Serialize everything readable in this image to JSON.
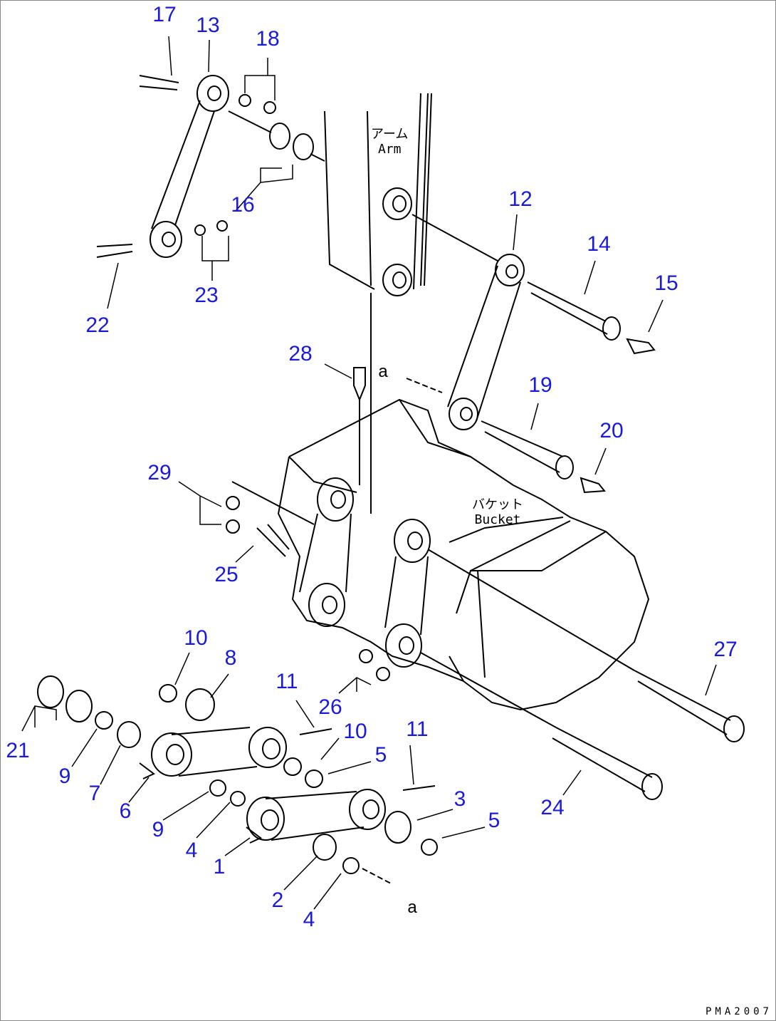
{
  "diagram": {
    "labels": [
      "17",
      "13",
      "18",
      "16",
      "12",
      "14",
      "15",
      "22",
      "23",
      "28",
      "19",
      "20",
      "29",
      "25",
      "10",
      "8",
      "11",
      "26",
      "27",
      "10",
      "11",
      "21",
      "5",
      "9",
      "7",
      "6",
      "3",
      "5",
      "24",
      "9",
      "4",
      "1",
      "2",
      "4"
    ],
    "view_markers": [
      "a",
      "a"
    ],
    "notes": {
      "arm_jp": "アーム",
      "arm_en": "Arm",
      "bucket_jp": "バケット",
      "bucket_en": "Bucket"
    },
    "drawing_code": "PMA2007"
  }
}
